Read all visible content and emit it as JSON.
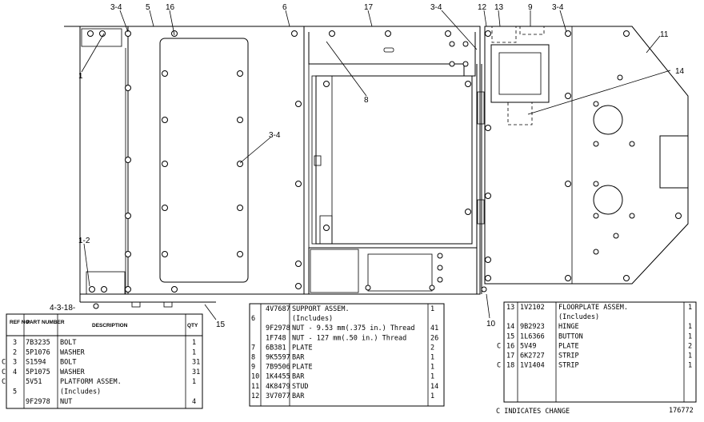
{
  "callouts": {
    "c34a": "3-4",
    "c5": "5",
    "c16": "16",
    "c6": "6",
    "c17": "17",
    "c34b": "3-4",
    "c12": "12",
    "c13": "13",
    "c9": "9",
    "c34c": "3-4",
    "c11": "11",
    "c1": "1",
    "c8": "8",
    "c14": "14",
    "c34d": "3-4",
    "c12b": "1-2",
    "c4318": "4-3-18-",
    "c15": "15",
    "c10": "10"
  },
  "table1": {
    "headers": [
      "REF NO.",
      "PART NUMBER",
      "DESCRIPTION",
      "QTY"
    ],
    "rows": [
      {
        "c": "",
        "ref": "3",
        "part": "7B3235",
        "desc": "BOLT",
        "qty": "1"
      },
      {
        "c": "",
        "ref": "2",
        "part": "5P1076",
        "desc": "WASHER",
        "qty": "1"
      },
      {
        "c": "C",
        "ref": "3",
        "part": "S1594",
        "desc": "BOLT",
        "qty": "31"
      },
      {
        "c": "C",
        "ref": "4",
        "part": "5P1075",
        "desc": "WASHER",
        "qty": "31"
      },
      {
        "c": "C",
        "ref": "",
        "part": "5V51",
        "desc": "PLATFORM ASSEM.",
        "qty": "1"
      },
      {
        "c": "",
        "ref": "5",
        "part": "",
        "desc": "(Includes)",
        "qty": ""
      },
      {
        "c": "",
        "ref": "",
        "part": "9F2978",
        "desc": "NUT",
        "qty": "4"
      }
    ]
  },
  "table2": {
    "rows": [
      {
        "ref": "",
        "part": "4V7687",
        "desc": "SUPPORT ASSEM.",
        "qty": "1"
      },
      {
        "ref": "6",
        "part": "",
        "desc": "(Includes)",
        "qty": ""
      },
      {
        "ref": "",
        "part": "9F2978",
        "desc": "NUT - 9.53 mm(.375 in.) Thread",
        "qty": "41"
      },
      {
        "ref": "",
        "part": "1F748",
        "desc": "NUT - 127 mm(.50 in.) Thread",
        "qty": "26"
      },
      {
        "ref": "7",
        "part": "6B381",
        "desc": "PLATE",
        "qty": "2"
      },
      {
        "ref": "8",
        "part": "9K5597",
        "desc": "BAR",
        "qty": "1"
      },
      {
        "ref": "9",
        "part": "7B9506",
        "desc": "PLATE",
        "qty": "1"
      },
      {
        "ref": "10",
        "part": "1K4455",
        "desc": "BAR",
        "qty": "1"
      },
      {
        "ref": "11",
        "part": "4K8479",
        "desc": "STUD",
        "qty": "14"
      },
      {
        "ref": "12",
        "part": "3V7077",
        "desc": "BAR",
        "qty": "1"
      }
    ]
  },
  "table3": {
    "rows": [
      {
        "c": "",
        "ref": "13",
        "part": "1V2102",
        "desc": "FLOORPLATE ASSEM.",
        "qty": "1"
      },
      {
        "c": "",
        "ref": "",
        "part": "",
        "desc": "(Includes)",
        "qty": ""
      },
      {
        "c": "",
        "ref": "14",
        "part": "9B2923",
        "desc": "HINGE",
        "qty": "1"
      },
      {
        "c": "",
        "ref": "15",
        "part": "1L6366",
        "desc": "BUTTON",
        "qty": "1"
      },
      {
        "c": "C",
        "ref": "16",
        "part": "5V49",
        "desc": "PLATE",
        "qty": "2"
      },
      {
        "c": "",
        "ref": "17",
        "part": "6K2727",
        "desc": "STRIP",
        "qty": "1"
      },
      {
        "c": "C",
        "ref": "18",
        "part": "1V1404",
        "desc": "STRIP",
        "qty": "1"
      }
    ]
  },
  "footer": {
    "note": "C INDICATES CHANGE",
    "drawing_no": "176772"
  }
}
